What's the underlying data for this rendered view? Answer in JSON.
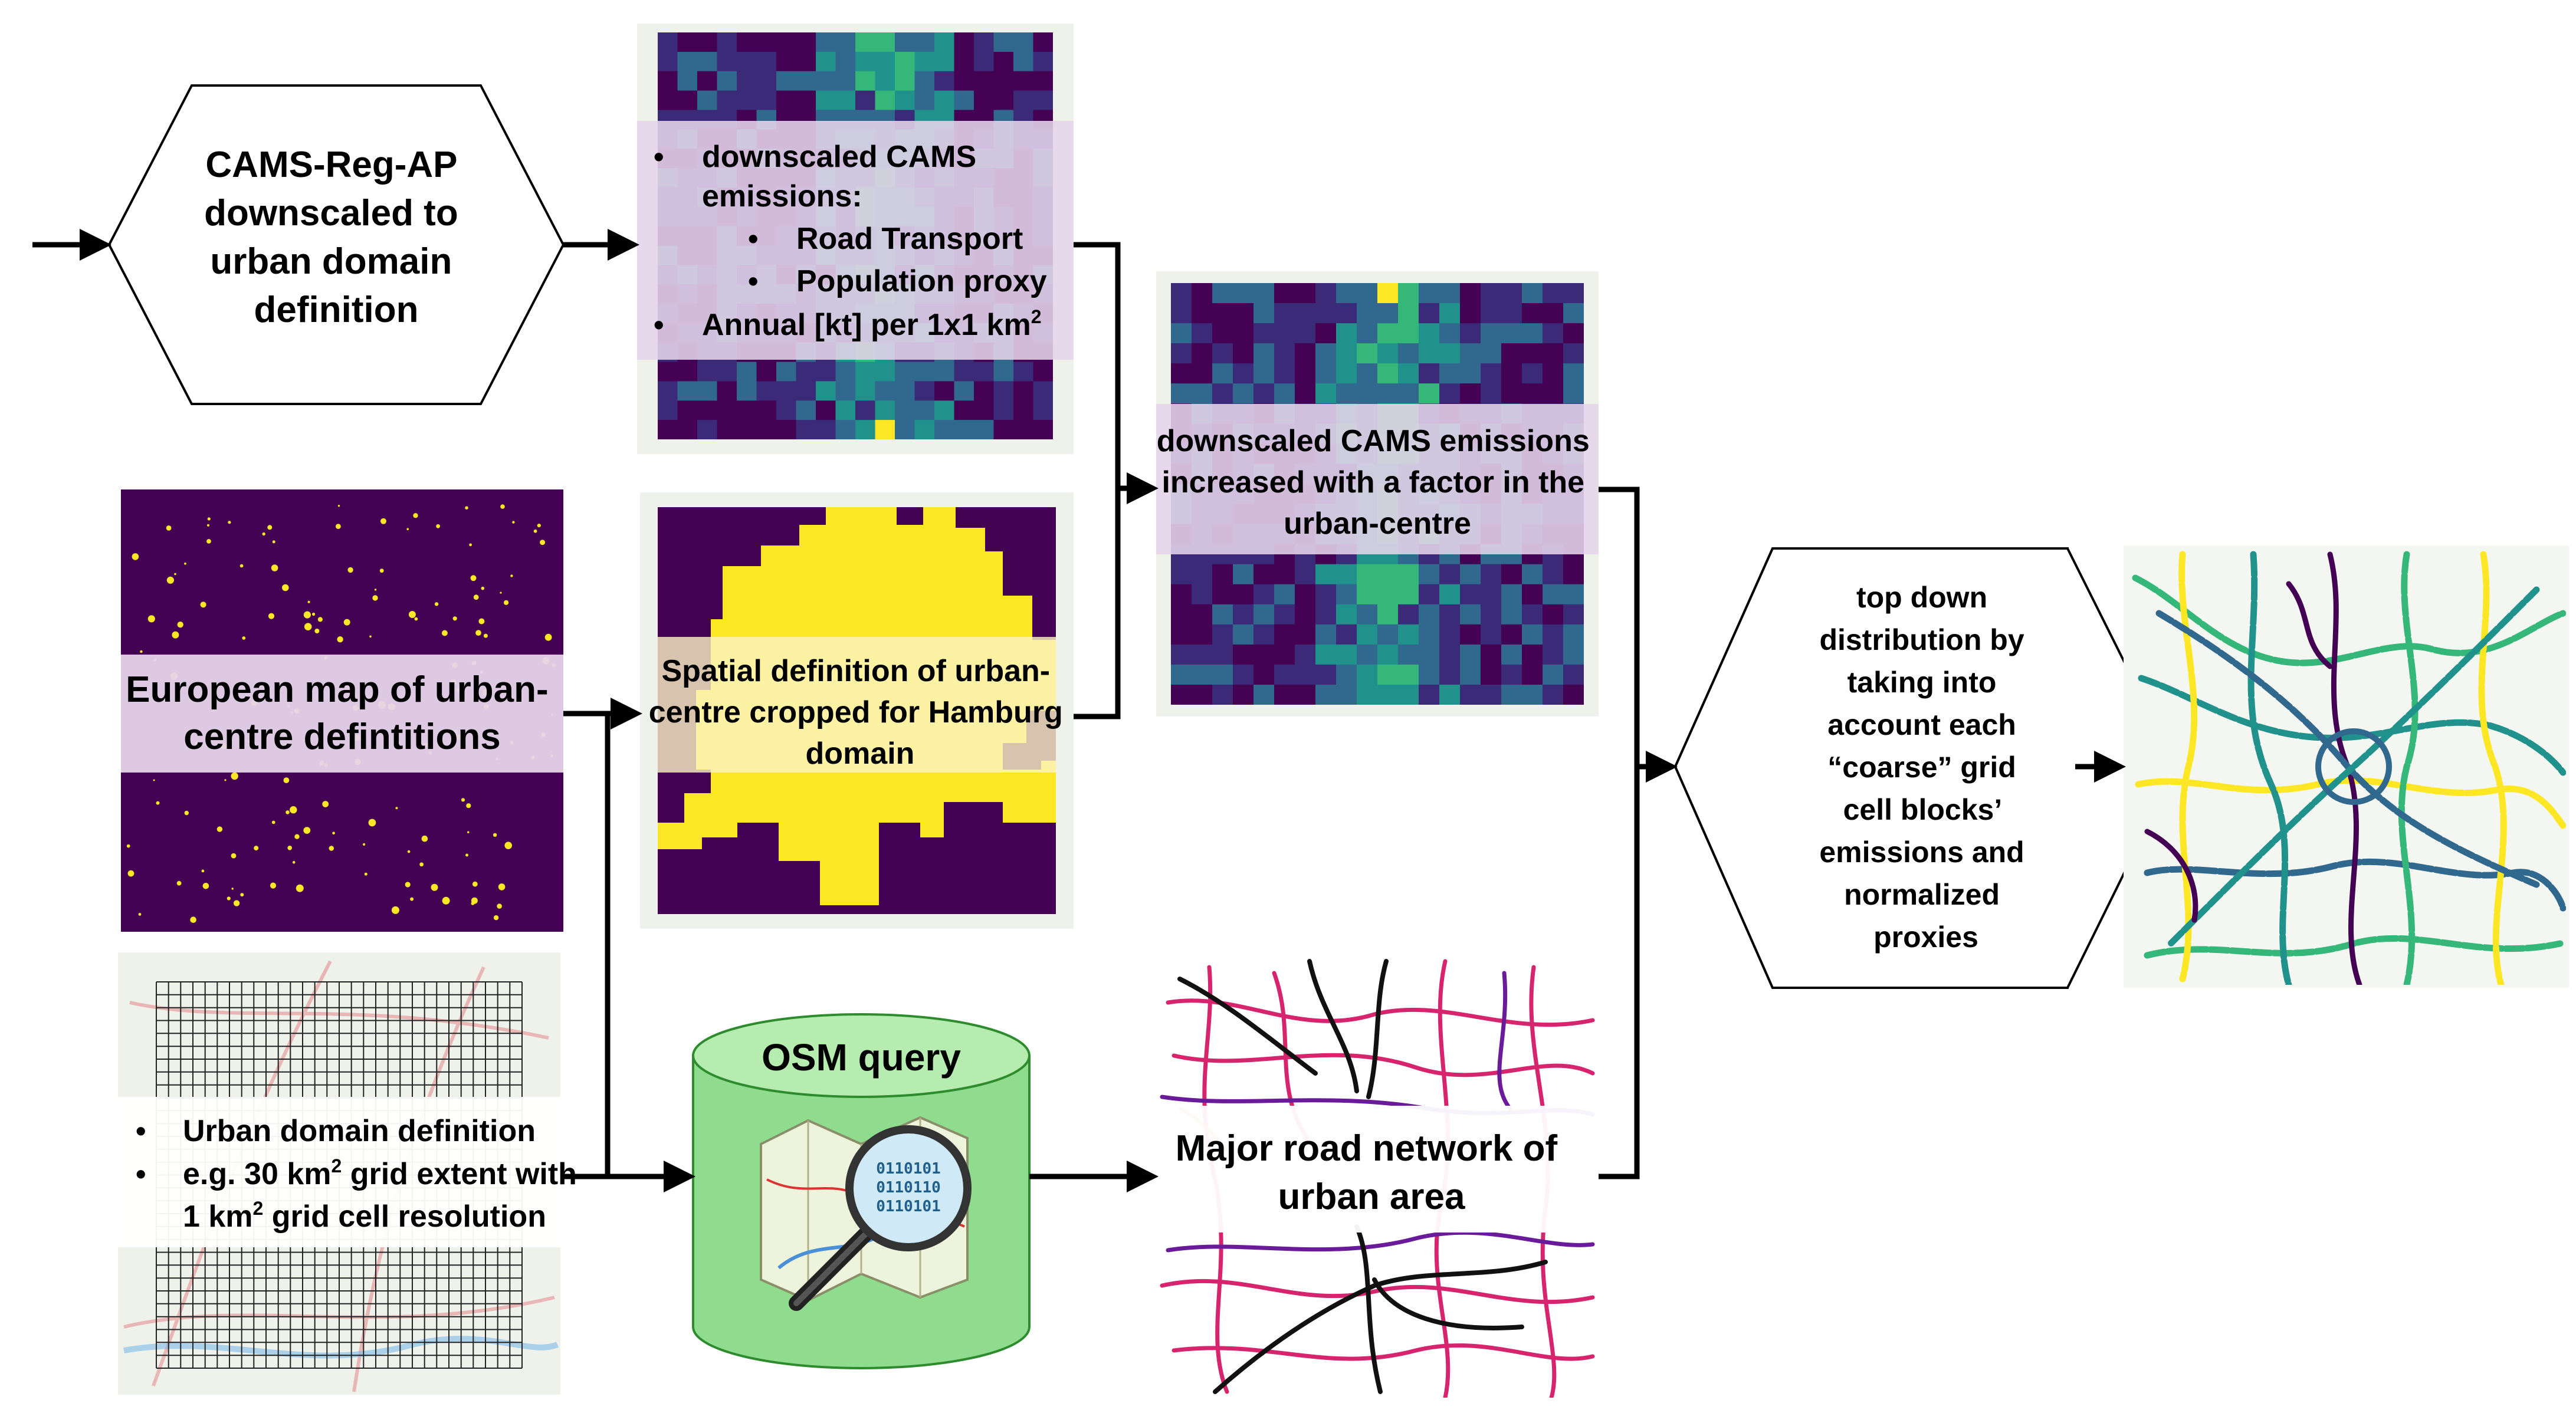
{
  "hexagon_left": {
    "lines": [
      "CAMS-Reg-AP",
      "downscaled to",
      "urban domain",
      "definition"
    ]
  },
  "cams_panel": {
    "bullet1": "downscaled CAMS",
    "bullet1_cont": "emissions:",
    "sub1": "Road Transport",
    "sub2": "Population proxy",
    "bullet2": "Annual [kt] per 1x1 km",
    "bullet2_sup": "2"
  },
  "urban_centre_map": {
    "lines": [
      "European map of urban-",
      "centre defintitions"
    ]
  },
  "cropped_panel": {
    "lines": [
      "Spatial definition of urban-",
      "centre cropped  for Hamburg",
      "domain"
    ]
  },
  "grid_panel": {
    "bullet1": "Urban domain definition",
    "bullet2_pre": "e.g. 30 km",
    "bullet2_sup": "2",
    "bullet2_post": " grid extent with",
    "bullet2_line2_pre": "1 km",
    "bullet2_line2_sup": "2",
    "bullet2_line2_post": " grid cell resolution"
  },
  "osm_cylinder": {
    "label": "OSM query",
    "magnifier_text": [
      "0110101",
      "0110110",
      "0110101"
    ]
  },
  "increased_panel": {
    "lines": [
      "downscaled CAMS emissions",
      "increased with a factor in the",
      "urban-centre"
    ]
  },
  "road_panel": {
    "lines": [
      "Major road network of",
      "urban area"
    ]
  },
  "hexagon_right": {
    "lines": [
      "top down",
      "distribution by",
      "taking into",
      "account each",
      "“coarse” grid",
      "cell blocks’",
      "emissions and",
      "normalized",
      "proxies"
    ]
  },
  "colors": {
    "viridis_dark": "#440154",
    "viridis_blue": "#31688e",
    "viridis_teal": "#21918c",
    "viridis_green": "#35b779",
    "viridis_yellow": "#fde725",
    "label_band": "#e6d5ea",
    "road_magenta": "#d6246e",
    "road_purple": "#6a1b9a",
    "road_black": "#111111"
  }
}
